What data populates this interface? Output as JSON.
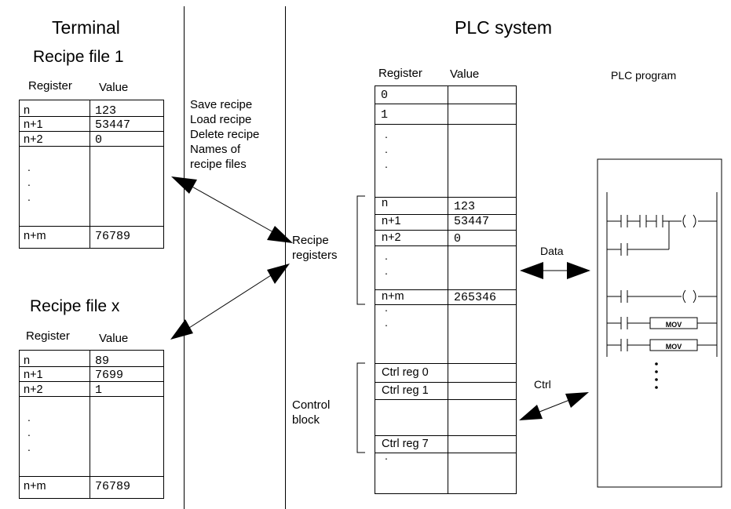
{
  "terminal": {
    "title": "Terminal",
    "file1": {
      "title": "Recipe file 1",
      "col_register": "Register",
      "col_value": "Value",
      "rows": [
        {
          "register": "n",
          "value": "123"
        },
        {
          "register": "n+1",
          "value": "53447"
        },
        {
          "register": "n+2",
          "value": "0"
        },
        {
          "register": "n+m",
          "value": "76789"
        }
      ]
    },
    "filex": {
      "title": "Recipe file x",
      "col_register": "Register",
      "col_value": "Value",
      "rows": [
        {
          "register": "n",
          "value": "89"
        },
        {
          "register": "n+1",
          "value": "7699"
        },
        {
          "register": "n+2",
          "value": "1"
        },
        {
          "register": "n+m",
          "value": "76789"
        }
      ]
    },
    "continuation_dot": "."
  },
  "operations": {
    "lines": [
      "Save recipe",
      "Load recipe",
      "Delete recipe",
      "Names of",
      "recipe files"
    ]
  },
  "plc": {
    "title": "PLC system",
    "col_register": "Register",
    "col_value": "Value",
    "top_rows": [
      {
        "register": "0",
        "value": ""
      },
      {
        "register": "1",
        "value": ""
      }
    ],
    "recipe_rows": [
      {
        "register": "n",
        "value": "123"
      },
      {
        "register": "n+1",
        "value": "53447"
      },
      {
        "register": "n+2",
        "value": "0"
      },
      {
        "register": "n+m",
        "value": "265346"
      }
    ],
    "ctrl_rows": [
      {
        "register": "Ctrl reg 0",
        "value": ""
      },
      {
        "register": "Ctrl reg 1",
        "value": ""
      },
      {
        "register": "Ctrl reg 7",
        "value": ""
      }
    ],
    "recipe_registers_label": [
      "Recipe",
      "registers"
    ],
    "control_block_label": [
      "Control",
      "block"
    ],
    "data_label": "Data",
    "ctrl_label": "Ctrl"
  },
  "plc_program": {
    "title": "PLC program",
    "mov_label": "MOV"
  }
}
